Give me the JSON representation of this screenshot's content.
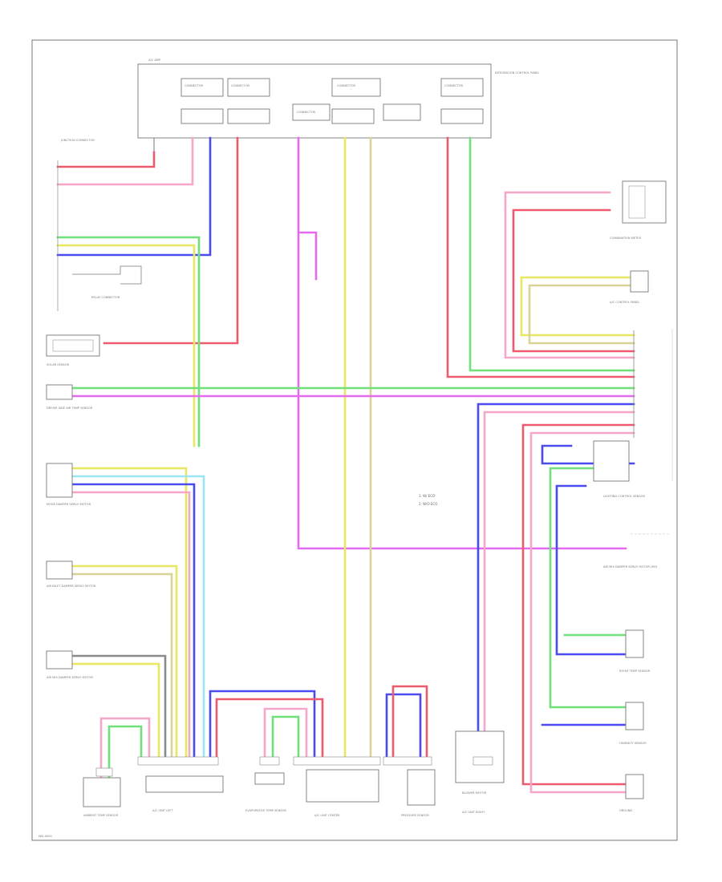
{
  "diagram": {
    "footer_code": "WD-0000",
    "top_module": {
      "label": "A/C AMP",
      "sub_connectors": [
        "CONNECTOR",
        "CONNECTOR",
        "CONNECTOR",
        "CONNECTOR",
        "CONNECTOR"
      ],
      "right_note": "INTEGRATION CONTROL PANEL"
    },
    "components": {
      "junction_left": "JUNCTION CONNECTOR",
      "hook_label": "RELAY CONNECTOR",
      "solar_sensor": "SOLAR SENSOR",
      "combo_meter": "COMBINATION METER",
      "ac_control": "A/C CONTROL PANEL",
      "sensor_left": "DRIVER SIDE AIR TEMP SENSOR",
      "servo_left": "MODE DAMPER SERVO MOTOR",
      "servo_left2": "AIR INLET DAMPER SERVO MOTOR",
      "servo_left3": "AIR MIX DAMPER SERVO MOTOR",
      "ambient": "AMBIENT TEMP SENSOR",
      "ac_unit_left": "A/C UNIT LEFT",
      "evap": "EVAPORATOR TEMP SENSOR",
      "ac_unit_center": "A/C UNIT CENTER",
      "pressure": "PRESSURE SENSOR",
      "blower": "BLOWER MOTOR",
      "heater_right": "A/C UNIT RIGHT",
      "lighting": "LIGHTING CONTROL SENSOR",
      "right_servo": "AIR MIX DAMPER SERVO MOTOR (RH)",
      "right_sensor": "ROOM TEMP SENSOR",
      "right_sensor2": "HUMIDITY SENSOR",
      "ground": "GROUND",
      "center_note_1": "1: W/ ECO",
      "center_note_2": "2: W/O ECO"
    },
    "colors": {
      "red": "#f05a6e",
      "pink": "#f6a6c8",
      "blue": "#4a4cf0",
      "green": "#6fe07a",
      "magenta": "#e46af0",
      "yellow": "#e8e860",
      "tan": "#d8d496",
      "cyan": "#9ae6f4",
      "gray": "#8a8a8a",
      "frame": "#777777"
    }
  }
}
